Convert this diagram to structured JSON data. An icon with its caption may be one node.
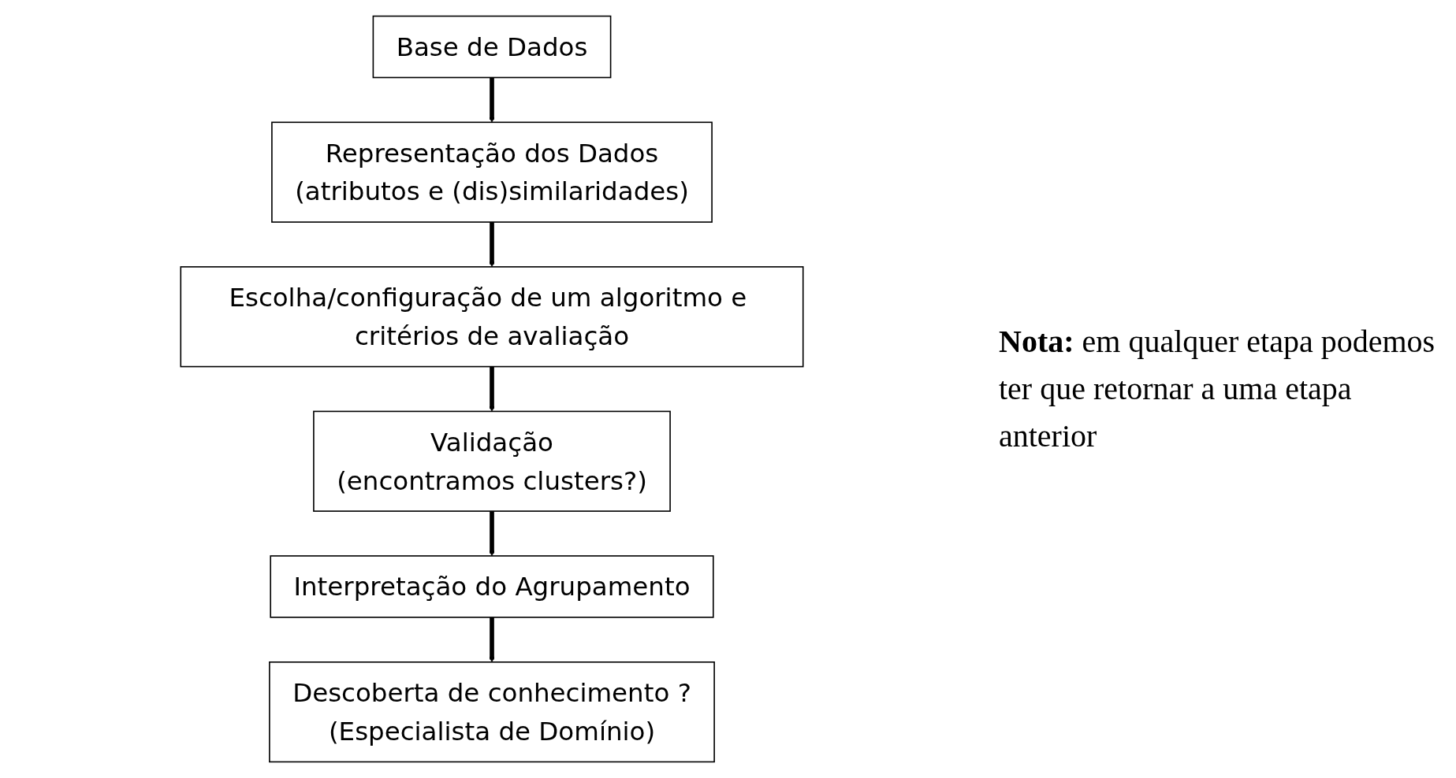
{
  "diagram": {
    "nodes": [
      {
        "text": [
          "Base de Dados"
        ]
      },
      {
        "text": [
          "Representação dos Dados",
          "(atributos e (dis)similaridades)"
        ]
      },
      {
        "text": [
          "Escolha/configuração de um algoritmo e critérios de avaliação"
        ]
      },
      {
        "text": [
          "Validação",
          "(encontramos clusters?)"
        ]
      },
      {
        "text": [
          "Interpretação do Agrupamento"
        ]
      },
      {
        "text": [
          "Descoberta de conhecimento ?",
          "(Especialista de Domínio)"
        ]
      }
    ],
    "edges": [
      {
        "from": 0,
        "to": 1,
        "arrow": "to"
      },
      {
        "from": 1,
        "to": 2,
        "arrow": "to"
      },
      {
        "from": 2,
        "to": 3,
        "arrow": "to"
      },
      {
        "from": 3,
        "to": 4,
        "arrow": "to"
      },
      {
        "from": 4,
        "to": 5,
        "arrow": "to"
      }
    ],
    "labels": [
      "**Nota:** em qualquer etapa podemos ter que retornar a uma etapa anterior"
    ]
  }
}
